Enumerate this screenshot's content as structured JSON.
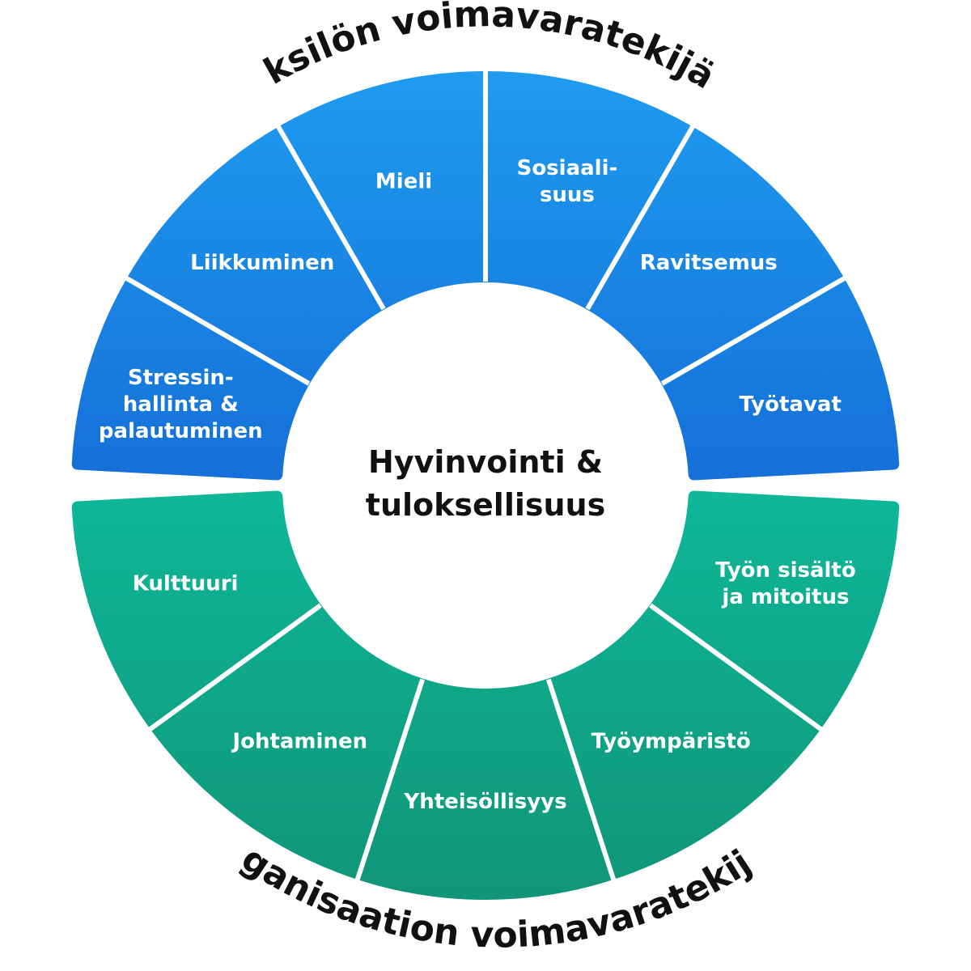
{
  "center": {
    "line1": "Hyvinvointi &",
    "line2": "tuloksellisuus"
  },
  "top_group": {
    "title": "Yksilön voimavaratekijät",
    "color_light": "#1E9BEF",
    "color_dark": "#1570D8",
    "segments": [
      {
        "lines": [
          "Stressin-",
          "hallinta &",
          "palautuminen"
        ]
      },
      {
        "lines": [
          "Liikkuminen"
        ]
      },
      {
        "lines": [
          "Mieli"
        ]
      },
      {
        "lines": [
          "Sosiaali-",
          "suus"
        ]
      },
      {
        "lines": [
          "Ravitsemus"
        ]
      },
      {
        "lines": [
          "Työtavat"
        ]
      }
    ]
  },
  "bottom_group": {
    "title": "Organisaation voimavaratekijät",
    "color_light": "#0DB797",
    "color_dark": "#119579",
    "segments": [
      {
        "lines": [
          "Kulttuuri"
        ]
      },
      {
        "lines": [
          "Johtaminen"
        ]
      },
      {
        "lines": [
          "Yhteisöllisyys"
        ]
      },
      {
        "lines": [
          "Työympäristö"
        ]
      },
      {
        "lines": [
          "Työn sisältö",
          "ja mitoitus"
        ]
      }
    ]
  }
}
